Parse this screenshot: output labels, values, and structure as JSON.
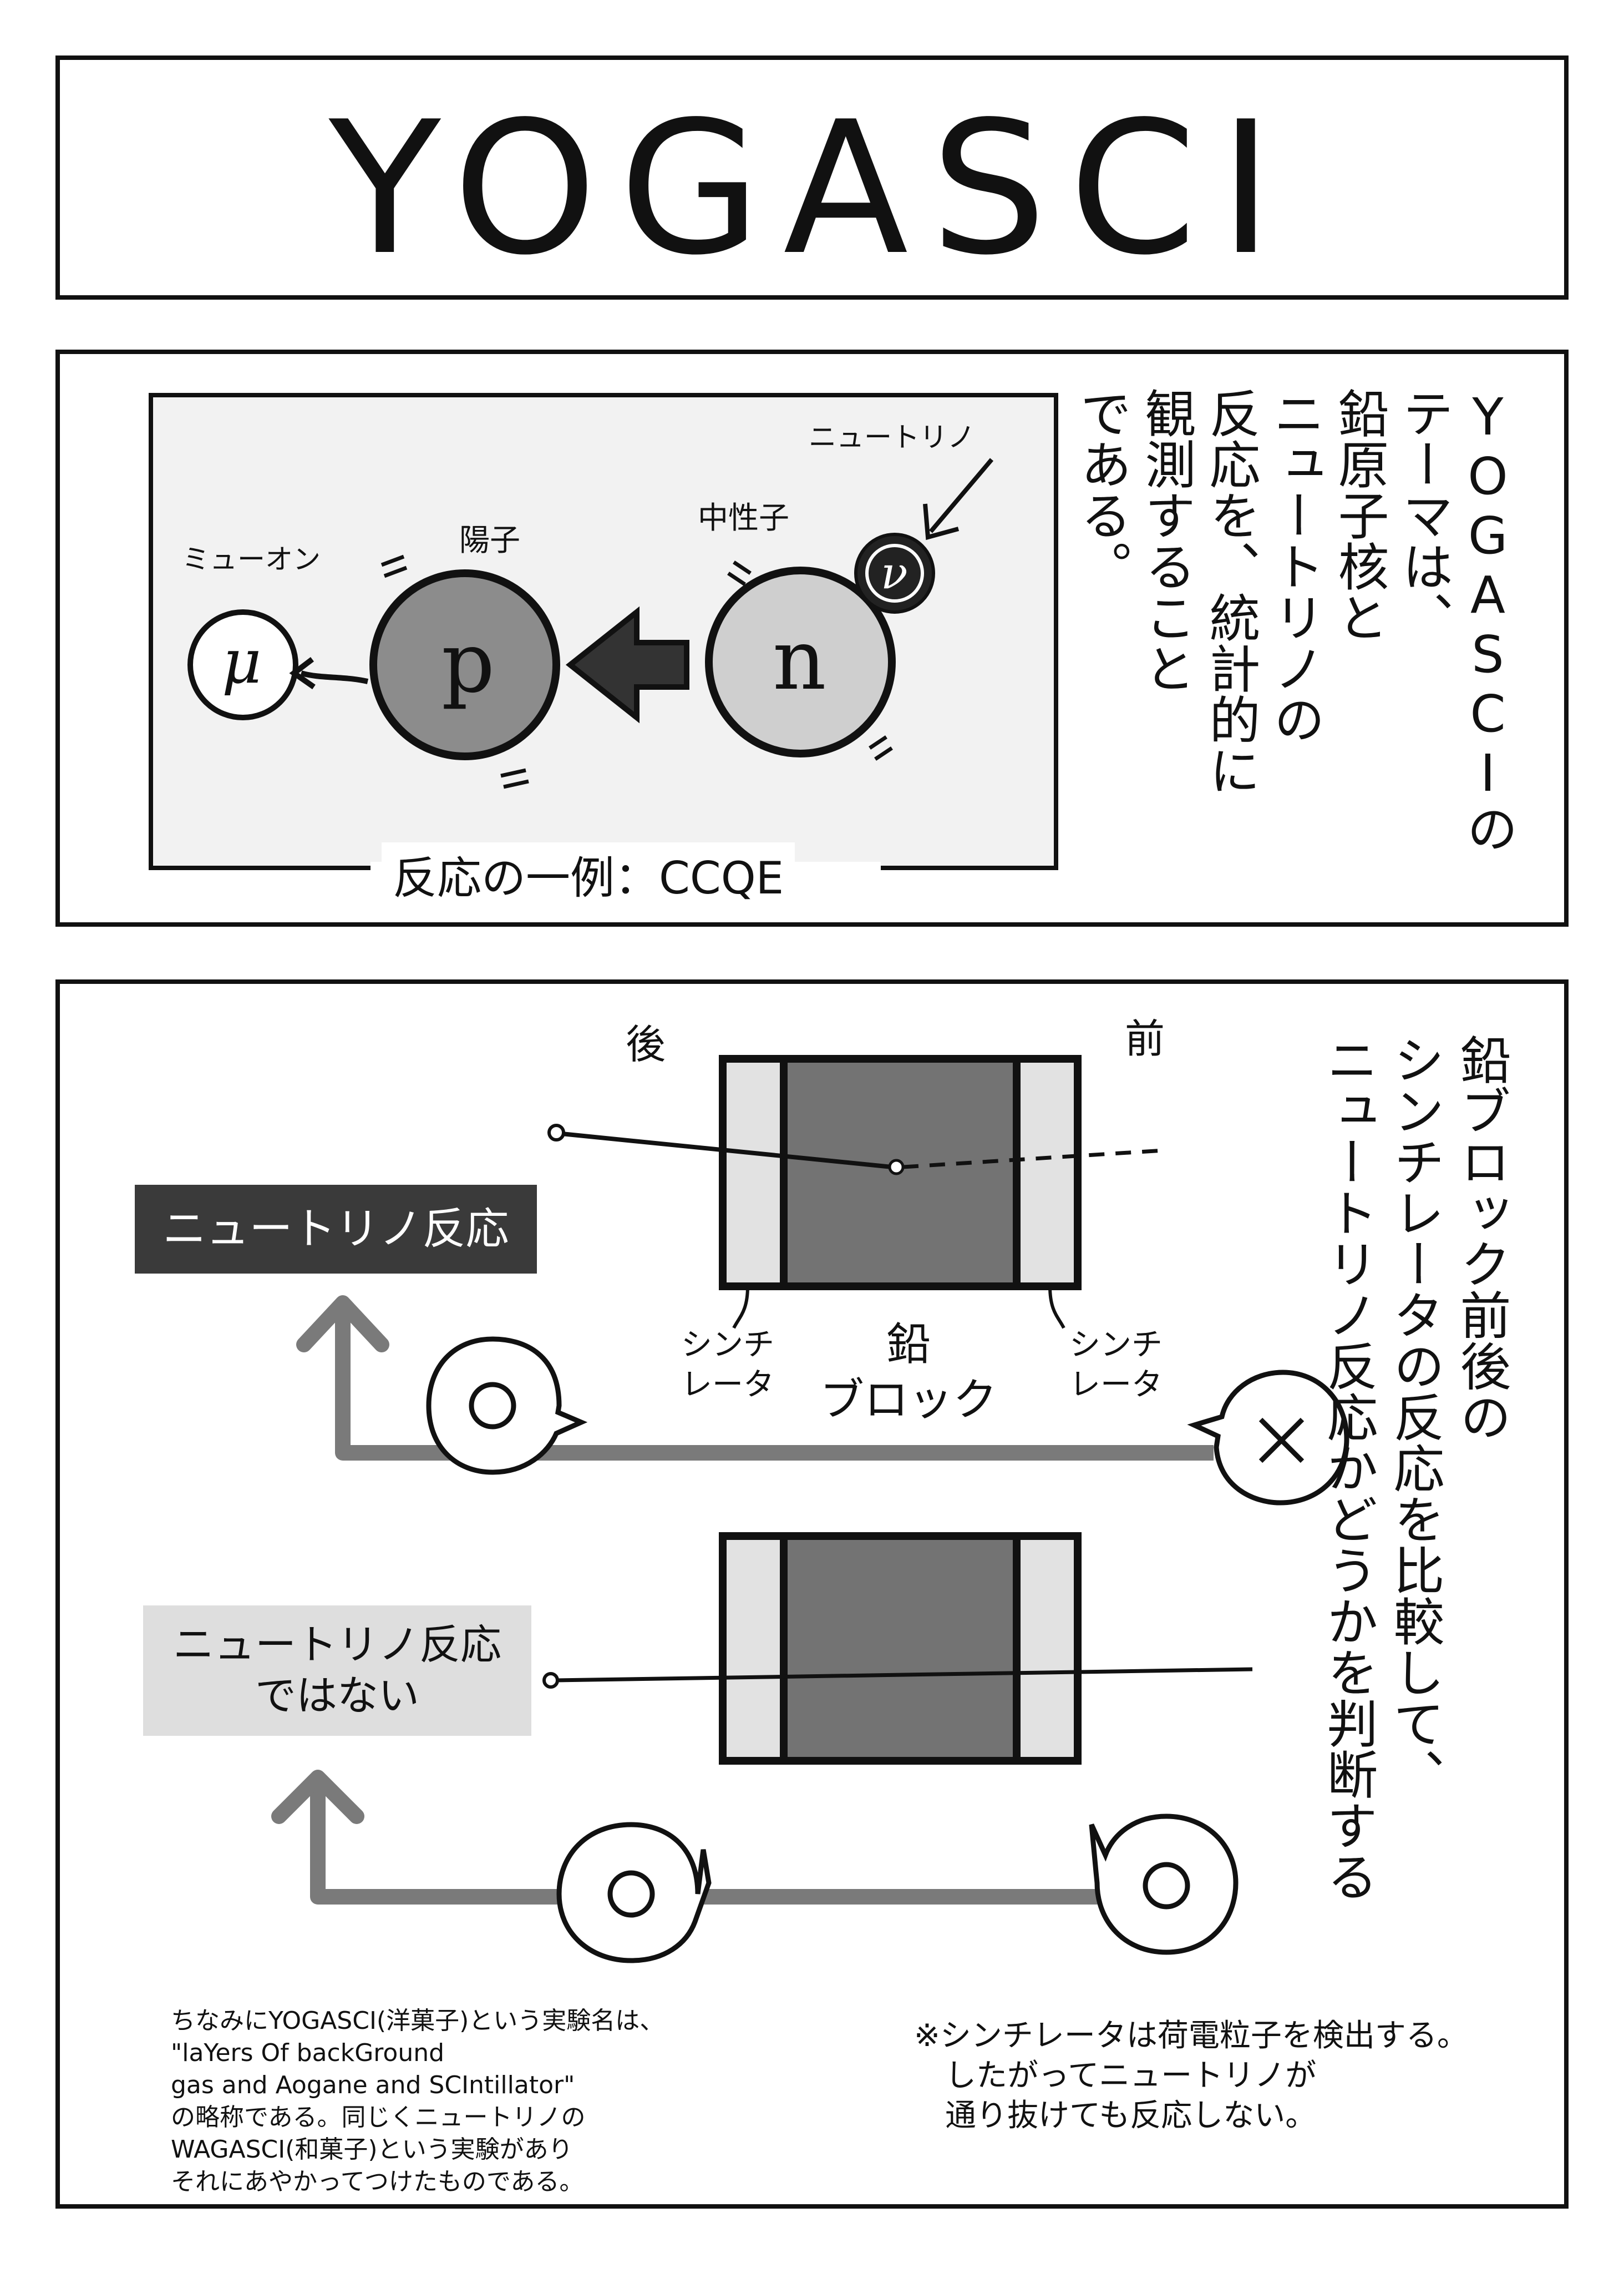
{
  "title": "YOGASCI",
  "panel2": {
    "vertical_text": [
      "YOGASCIの",
      "テーマは、",
      "鉛原子核と",
      "ニュートリノの",
      "反応を、統計的に",
      "観測すること",
      "である。"
    ],
    "labels": {
      "neutrino": "ニュートリノ",
      "neutron": "中性子",
      "proton": "陽子",
      "muon": "ミューオン",
      "p": "p",
      "n": "n",
      "mu": "μ",
      "nu": "ν"
    },
    "caption": "反応の一例：CCQE"
  },
  "panel3": {
    "vertical_text": [
      "鉛ブロック前後の",
      "シンチレータの反応を比較して、",
      "ニュートリノ反応かどうかを判断する"
    ],
    "back_label": "後",
    "front_label": "前",
    "scint_left": "シンチ\nレータ",
    "lead_label": "鉛\nブロック",
    "scint_right": "シンチ\nレータ",
    "result_yes": "ニュートリノ反応",
    "result_no": "ニュートリノ反応\nではない",
    "mark_o": "○",
    "mark_x": "×",
    "note_left": "ちなみにYOGASCI(洋菓子)という実験名は、\n\"laYers Of backGround\ngas and Aogane and SCIntillator\"\nの略称である。同じくニュートリノの\nWAGASCI(和菓子)という実験があり\nそれにあやかってつけたものである。",
    "note_right": "※シンチレータは荷電粒子を検出する。\n　したがってニュートリノが\n　通り抜けても反応しない。"
  },
  "colors": {
    "ink": "#111111",
    "diagram_bg": "#f2f2f2",
    "proton_fill": "#8c8c8c",
    "neutron_fill": "#cfcfcf",
    "lead_fill": "#737373",
    "scint_fill": "#e2e2e2",
    "arrow_gray": "#7a7a7a",
    "dark_box": "#3a3a3a",
    "light_box": "#dedede"
  }
}
